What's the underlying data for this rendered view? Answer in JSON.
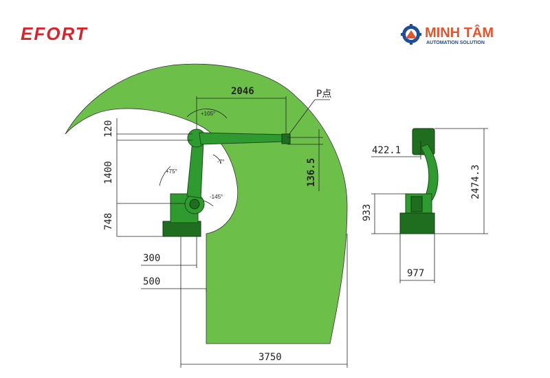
{
  "brand": {
    "efort_logo_text": "EFORT",
    "minh_tam_name": "MINH TÂM",
    "minh_tam_tagline": "AUTOMATION SOLUTION"
  },
  "colors": {
    "workspace_green": "#6cc04a",
    "efort_red": "#d9232a",
    "minh_tam_blue": "#1e4d9c",
    "minh_tam_orange": "#e5532d"
  },
  "side_view": {
    "reach_horizontal": "2046",
    "p_point_label": "P点",
    "angle_upper": "+105°",
    "angle_forearm": "-7°",
    "angle_lower_pos": "+75°",
    "angle_lower_neg": "-145°",
    "dim_120": "120",
    "dim_1400": "1400",
    "dim_748": "748",
    "dim_136_5": "136.5",
    "dim_300": "300",
    "dim_500": "500",
    "dim_3750": "3750"
  },
  "front_view": {
    "dim_422_1": "422.1",
    "dim_2474_3": "2474.3",
    "dim_933": "933",
    "dim_977": "977"
  }
}
